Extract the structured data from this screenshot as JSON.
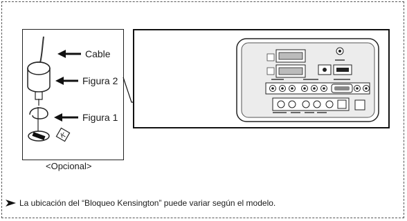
{
  "lock_figure": {
    "labels": {
      "cable": "Cable",
      "figura2": "Figura 2",
      "figura1": "Figura 1"
    },
    "caption": "<Opcional>"
  },
  "note": {
    "text": "La ubicación del “Bloqueo Kensington” puede variar según el modelo."
  }
}
